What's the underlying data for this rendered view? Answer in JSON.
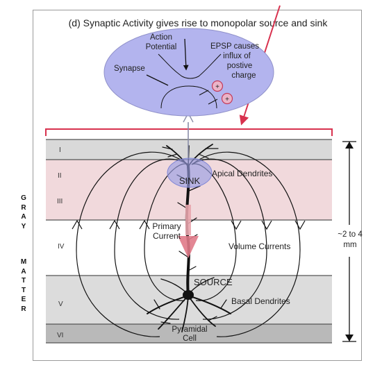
{
  "title": "(d) Synaptic Activity gives rise to monopolar source and sink",
  "inset": {
    "action_potential": [
      "Action",
      "Potential"
    ],
    "synapse": "Synapse",
    "epsp": [
      "EPSP causes",
      "influx of",
      "postive",
      "charge"
    ],
    "ion_symbol": "+"
  },
  "layers": [
    {
      "label": "I",
      "color": "#d9d9d9"
    },
    {
      "label": "II",
      "color": "#f1d9dc"
    },
    {
      "label": "III",
      "color": "#f1d9dc"
    },
    {
      "label": "IV",
      "color": "#ffffff"
    },
    {
      "label": "V",
      "color": "#dcdcdc"
    },
    {
      "label": "VI",
      "color": "#b9b9b9"
    }
  ],
  "labels": {
    "sink": "SINK",
    "source": "SOURCE",
    "apical": "Apical Dendrites",
    "basal": "Basal Dendrites",
    "primary": [
      "Primary",
      "Current"
    ],
    "volume": "Volume Currents",
    "pyramidal": [
      "Pyramidal",
      "Cell"
    ],
    "thickness": [
      "~2 to 4",
      "mm"
    ]
  },
  "side_labels": {
    "gray": "GRAY",
    "matter": "MATTER"
  },
  "colors": {
    "accent": "#d8314e",
    "inset_fill": "#b3b4ee",
    "sink_fill": "#9a9ee4",
    "primary_text": "#d0485a"
  }
}
